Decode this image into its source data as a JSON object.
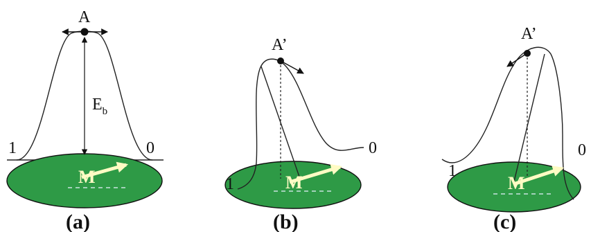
{
  "colors": {
    "disk_fill": "#2e9a46",
    "magnetization": "#fffbc4",
    "line": "#222222"
  },
  "panel_a": {
    "point_label": "A",
    "barrier_label": "E",
    "barrier_subscript": "b",
    "left_state": "1",
    "right_state": "0",
    "vector_label": "M",
    "caption": "(a)"
  },
  "panel_b": {
    "point_label": "A’",
    "left_state": "1",
    "right_state": "0",
    "vector_label": "M",
    "caption": "(b)"
  },
  "panel_c": {
    "point_label": "A’",
    "left_state": "1",
    "right_state": "0",
    "vector_label": "M",
    "caption": "(c)"
  }
}
